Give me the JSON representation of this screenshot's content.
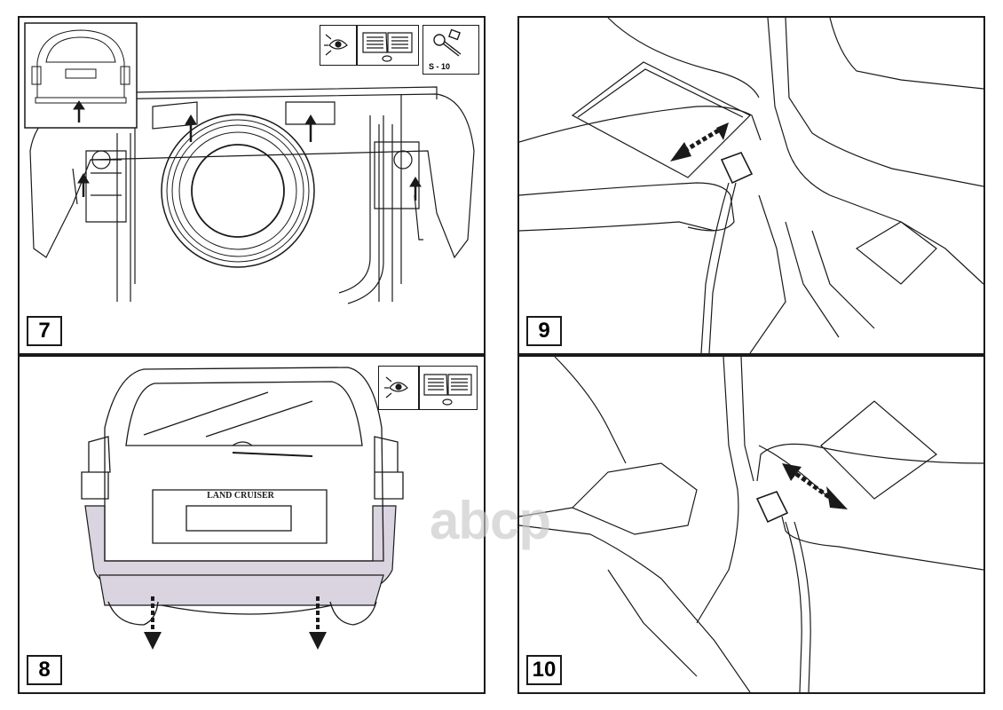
{
  "steps": [
    {
      "number": "7"
    },
    {
      "number": "8"
    },
    {
      "number": "9"
    },
    {
      "number": "10"
    }
  ],
  "tool": {
    "label": "S - 10"
  },
  "bumper": {
    "plate_text": "LAND CRUISER"
  },
  "watermark": {
    "text": "abcp"
  },
  "icons": [
    "eye-icon",
    "manual-icon",
    "socket-wrench-icon"
  ],
  "colors": {
    "line": "#1a1a1a",
    "highlight": "#d9d4df",
    "watermark": "#c9c9c9"
  }
}
